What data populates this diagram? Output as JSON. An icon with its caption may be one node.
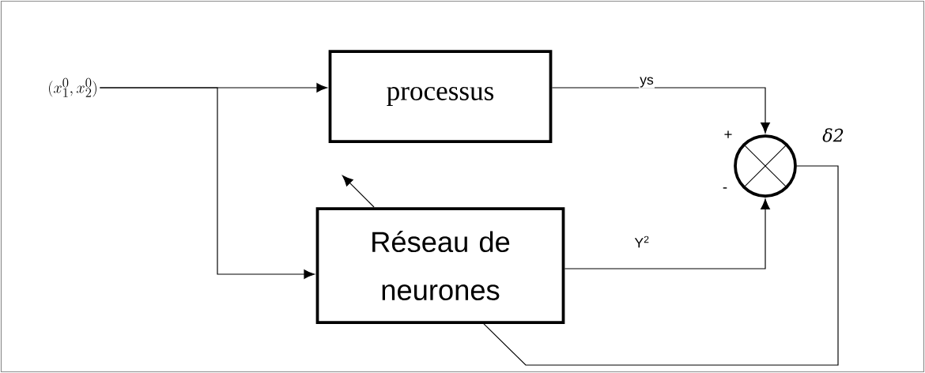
{
  "diagram": {
    "nodes": [
      {
        "text": [
          "(x_1^0,x_2^0)"
        ]
      },
      {
        "text": [
          "processus"
        ]
      },
      {
        "text": [
          "Réseau de neurones"
        ]
      },
      {
        "text": [],
        "shape": "circle",
        "beside": [
          "+",
          "-"
        ]
      }
    ],
    "edges": [
      {
        "from": 0,
        "to": 1,
        "arrow": "to"
      },
      {
        "from": 0,
        "to": 2,
        "arrow": "to"
      },
      {
        "from": 1,
        "to": 3,
        "label": "ys",
        "arrow": "to"
      },
      {
        "from": 2,
        "to": 3,
        "label": "Y$^{2}$",
        "arrow": "to"
      },
      {
        "from": 3,
        "to": 2,
        "arrow": "none"
      }
    ],
    "labels": [
      "δ2"
    ]
  }
}
